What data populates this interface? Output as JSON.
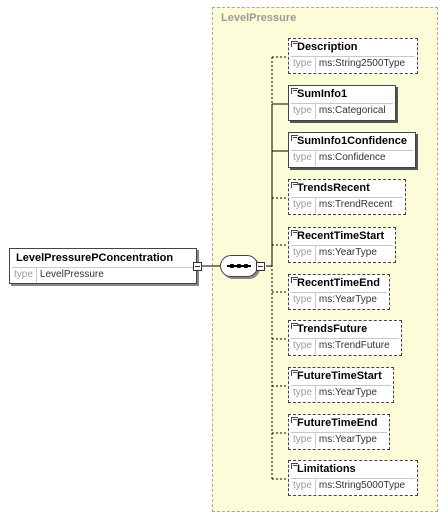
{
  "root": {
    "name": "LevelPressurePConcentration",
    "type_label": "type",
    "type_value": "LevelPressure"
  },
  "group": {
    "title": "LevelPressure"
  },
  "children": [
    {
      "name": "Description",
      "type_label": "type",
      "type_value": "ms:String2500Type",
      "required": false
    },
    {
      "name": "SumInfo1",
      "type_label": "type",
      "type_value": "ms:Categorical",
      "required": true
    },
    {
      "name": "SumInfo1Confidence",
      "type_label": "type",
      "type_value": "ms:Confidence",
      "required": true
    },
    {
      "name": "TrendsRecent",
      "type_label": "type",
      "type_value": "ms:TrendRecent",
      "required": false
    },
    {
      "name": "RecentTimeStart",
      "type_label": "type",
      "type_value": "ms:YearType",
      "required": false
    },
    {
      "name": "RecentTimeEnd",
      "type_label": "type",
      "type_value": "ms:YearType",
      "required": false
    },
    {
      "name": "TrendsFuture",
      "type_label": "type",
      "type_value": "ms:TrendFuture",
      "required": false
    },
    {
      "name": "FutureTimeStart",
      "type_label": "type",
      "type_value": "ms:YearType",
      "required": false
    },
    {
      "name": "FutureTimeEnd",
      "type_label": "type",
      "type_value": "ms:YearType",
      "required": false
    },
    {
      "name": "Limitations",
      "type_label": "type",
      "type_value": "ms:String5000Type",
      "required": false
    }
  ]
}
